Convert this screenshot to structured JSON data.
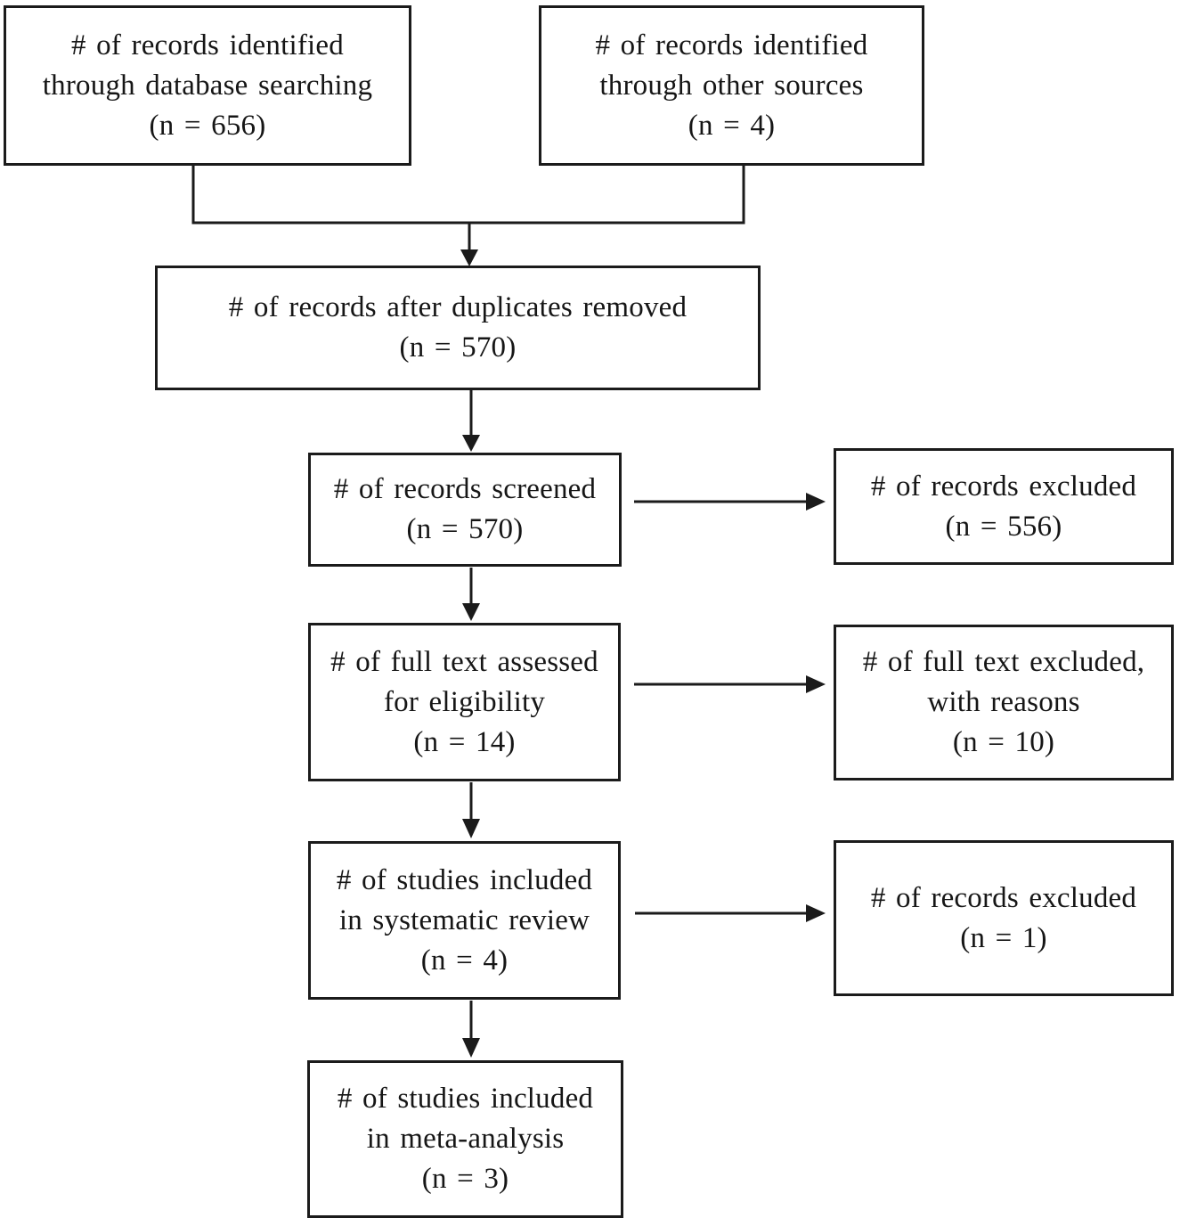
{
  "diagram": {
    "type": "prisma-flow-diagram",
    "colors": {
      "line": "#1b1b1b",
      "text": "#161616",
      "background": "#ffffff"
    },
    "boxes": [
      {
        "id": "identified-database",
        "lines": [
          "# of records identified",
          "through database searching",
          "(n = 656)"
        ]
      },
      {
        "id": "identified-other",
        "lines": [
          "# of records identified",
          "through other sources",
          "(n = 4)"
        ]
      },
      {
        "id": "after-duplicates",
        "lines": [
          "# of records after duplicates removed",
          "(n = 570)"
        ]
      },
      {
        "id": "screened",
        "lines": [
          "# of records screened",
          "(n = 570)"
        ]
      },
      {
        "id": "excluded-screening",
        "lines": [
          "# of records excluded",
          "(n = 556)"
        ]
      },
      {
        "id": "fulltext-assessed",
        "lines": [
          "# of full text assessed",
          "for eligibility",
          "(n = 14)"
        ]
      },
      {
        "id": "fulltext-excluded",
        "lines": [
          "# of full text excluded,",
          "with reasons",
          "(n = 10)"
        ]
      },
      {
        "id": "included-systematic",
        "lines": [
          "# of studies included",
          "in systematic review",
          "(n = 4)"
        ]
      },
      {
        "id": "excluded-review",
        "lines": [
          "# of records excluded",
          "(n = 1)"
        ]
      },
      {
        "id": "included-meta",
        "lines": [
          "# of studies included",
          "in meta-analysis",
          "(n = 3)"
        ]
      }
    ],
    "edges": [
      {
        "from": "identified-database",
        "to": "after-duplicates"
      },
      {
        "from": "identified-other",
        "to": "after-duplicates"
      },
      {
        "from": "after-duplicates",
        "to": "screened"
      },
      {
        "from": "screened",
        "to": "excluded-screening"
      },
      {
        "from": "screened",
        "to": "fulltext-assessed"
      },
      {
        "from": "fulltext-assessed",
        "to": "fulltext-excluded"
      },
      {
        "from": "fulltext-assessed",
        "to": "included-systematic"
      },
      {
        "from": "included-systematic",
        "to": "excluded-review"
      },
      {
        "from": "included-systematic",
        "to": "included-meta"
      }
    ]
  }
}
